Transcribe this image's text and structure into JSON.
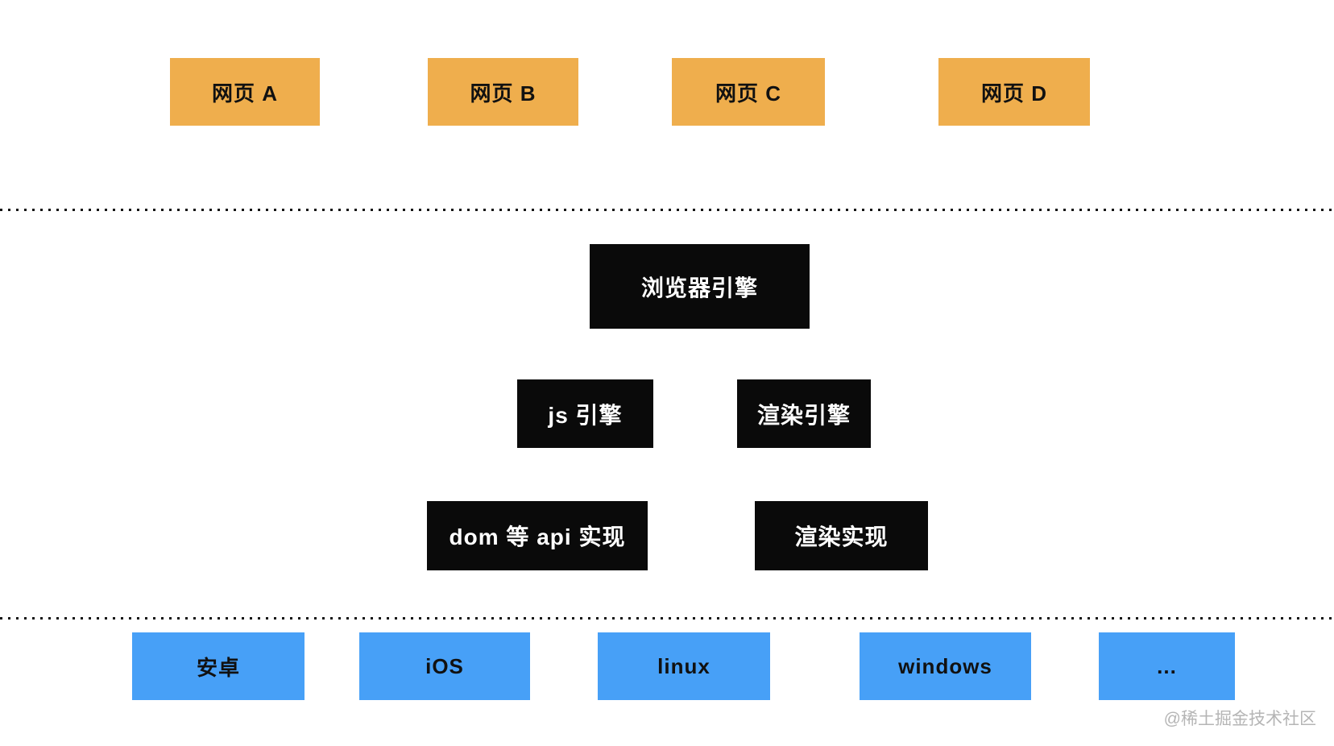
{
  "colors": {
    "page_box": "#EFAE4D",
    "page_text": "#111111",
    "engine_box": "#0A0A0A",
    "engine_text": "#FFFFFF",
    "platform_box": "#47A0F7",
    "divider": "#141414",
    "watermark": "#B5B5B5"
  },
  "diagram": {
    "pages": {
      "items": [
        {
          "label": "网页 A"
        },
        {
          "label": "网页 B"
        },
        {
          "label": "网页 C"
        },
        {
          "label": "网页 D"
        }
      ]
    },
    "browser_engine": {
      "label": "浏览器引擎"
    },
    "engines": {
      "js": {
        "label": "js 引擎"
      },
      "render": {
        "label": "渲染引擎"
      }
    },
    "implementations": {
      "dom_api": {
        "label": "dom 等 api 实现"
      },
      "render": {
        "label": "渲染实现"
      }
    },
    "platforms": {
      "items": [
        {
          "label": "安卓"
        },
        {
          "label": "iOS"
        },
        {
          "label": "linux"
        },
        {
          "label": "windows"
        },
        {
          "label": "..."
        }
      ]
    },
    "watermark": "@稀土掘金技术社区"
  }
}
